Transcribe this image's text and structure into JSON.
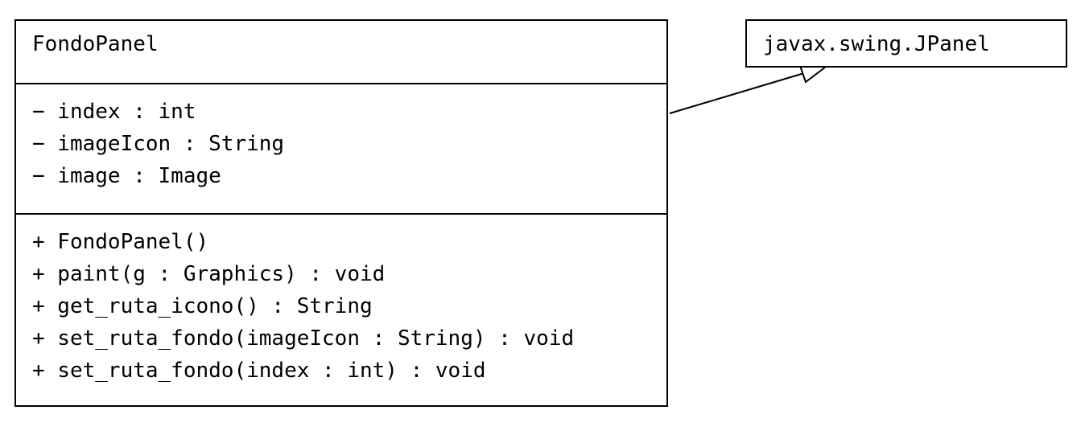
{
  "classes": {
    "fondo_panel": {
      "name": "FondoPanel",
      "attributes": [
        "− index : int",
        "− imageIcon : String",
        "− image : Image"
      ],
      "operations": [
        "+ FondoPanel()",
        "+ paint(g : Graphics) : void",
        "+ get_ruta_icono() : String",
        "+ set_ruta_fondo(imageIcon : String) : void",
        "+ set_ruta_fondo(index : int) : void"
      ]
    },
    "jpanel": {
      "name": "javax.swing.JPanel"
    }
  },
  "relations": [
    {
      "type": "generalization",
      "from": "FondoPanel",
      "to": "javax.swing.JPanel"
    }
  ],
  "colors": {
    "line": "#000000",
    "background": "#ffffff"
  }
}
